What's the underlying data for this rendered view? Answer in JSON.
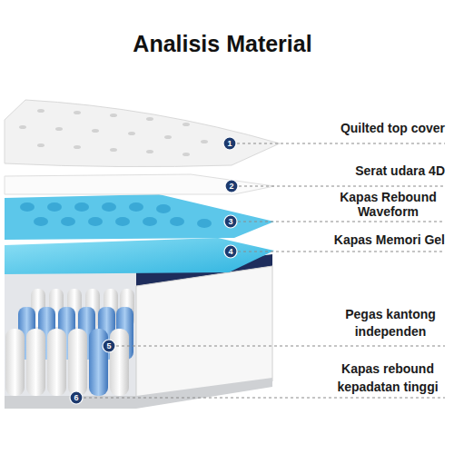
{
  "diagram": {
    "title": "Analisis Material",
    "nodes": [
      {
        "text": [
          "1"
        ]
      },
      {
        "text": [
          "2"
        ]
      },
      {
        "text": [
          "3"
        ]
      },
      {
        "text": [
          "4"
        ]
      },
      {
        "text": [
          "5"
        ]
      },
      {
        "text": [
          "6"
        ]
      }
    ],
    "labels": [
      "Quilted top cover",
      "Serat udara 4D",
      "Kapas Rebound Waveform",
      "Kapas Memori Gel",
      "Pegas kantong independen",
      "Kapas rebound kepadatan tinggi"
    ]
  }
}
